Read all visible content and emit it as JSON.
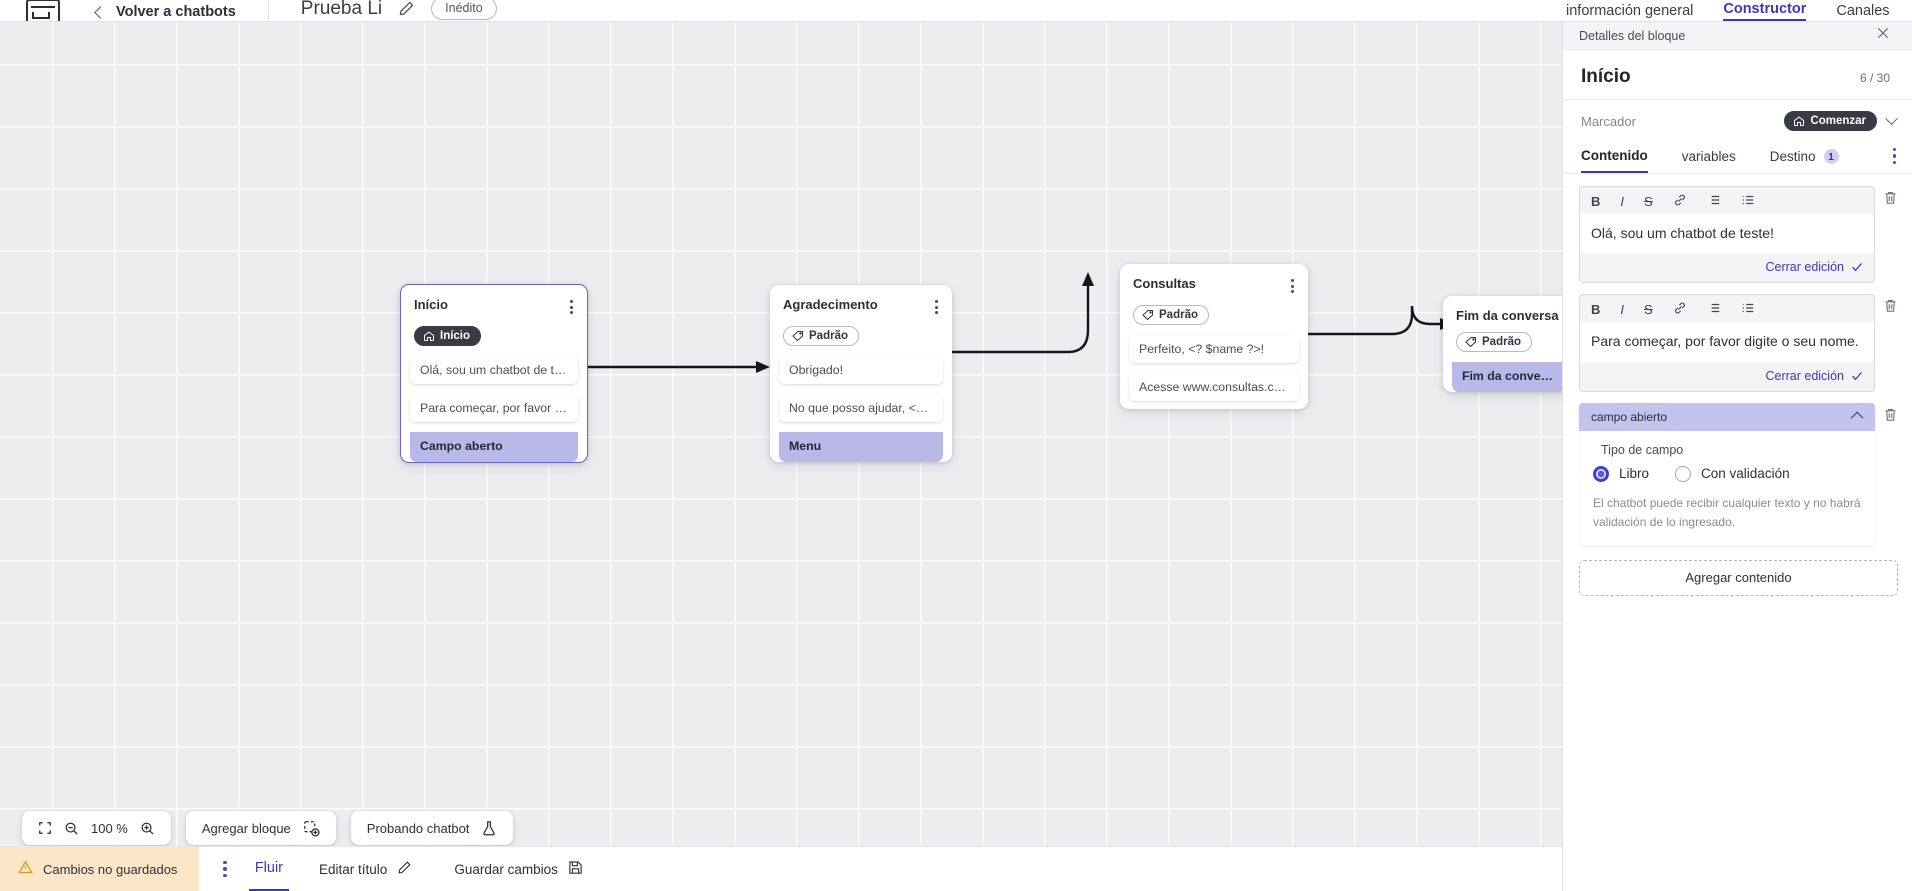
{
  "topbar": {
    "logo_name": "via-logo",
    "back_label": "Volver a chatbots",
    "doc_title": "Prueba Li",
    "status_badge": "Inédito"
  },
  "right_tabs": [
    {
      "label": "información general",
      "active": false
    },
    {
      "label": "Constructor",
      "active": true
    },
    {
      "label": "Canales",
      "active": false
    }
  ],
  "canvas": {
    "zoom_level": "100 %",
    "add_block_label": "Agregar bloque",
    "test_bot_label": "Probando chatbot",
    "nodes": [
      {
        "title": "Início",
        "tag": "Início",
        "tag_style": "dark",
        "messages": [
          {
            "text": "Olá, sou um chatbot de teste!",
            "highlight": false
          },
          {
            "text": "Para começar, por favor digite o ...",
            "highlight": false
          },
          {
            "text": "Campo aberto",
            "highlight": true
          }
        ]
      },
      {
        "title": "Agradecimento",
        "tag": "Padrão",
        "tag_style": "light",
        "messages": [
          {
            "text": "Obrigado!",
            "highlight": false
          },
          {
            "text": "No que posso ajudar, <? $name ...",
            "highlight": false
          },
          {
            "text": "Menu",
            "highlight": true
          }
        ]
      },
      {
        "title": "Consultas",
        "tag": "Padrão",
        "tag_style": "light",
        "messages": [
          {
            "text": "Perfeito, <? $name ?>!",
            "highlight": false
          },
          {
            "text": "Acesse www.consultas.com par...",
            "highlight": false
          }
        ]
      },
      {
        "title": "Fim da conversa",
        "tag": "Padrão",
        "tag_style": "light",
        "messages": [
          {
            "text": "Fim da conversa",
            "highlight": true
          }
        ]
      }
    ]
  },
  "footer": {
    "unsaved_label": "Cambios no guardados",
    "flow_tab": "Fluir",
    "edit_title_label": "Editar título",
    "save_label": "Guardar cambios"
  },
  "panel": {
    "header_title": "Detalles del bloque",
    "block_title": "Início",
    "block_count": "6 / 30",
    "marcador_label": "Marcador",
    "marcador_value": "Comenzar",
    "tabs": [
      {
        "label": "Contenido",
        "badge": "",
        "active": true
      },
      {
        "label": "variables",
        "badge": "",
        "active": false
      },
      {
        "label": "Destino",
        "badge": "1",
        "active": false
      }
    ],
    "editor_toolbar": [
      "B",
      "I",
      "S",
      "link",
      "bullet-list",
      "numbered-list"
    ],
    "editors": [
      {
        "text": "Olá, sou um chatbot de teste!",
        "close_label": "Cerrar edición"
      },
      {
        "text": "Para começar, por favor digite o seu nome.",
        "close_label": "Cerrar edición"
      }
    ],
    "field_block": {
      "header": "campo abierto",
      "type_label": "Tipo de campo",
      "options": [
        {
          "label": "Libro",
          "selected": true
        },
        {
          "label": "Con validación",
          "selected": false
        }
      ],
      "hint": "El chatbot puede recibir cualquier texto y no habrá validación de lo ingresado."
    },
    "add_content_label": "Agregar contenido"
  },
  "colors": {
    "accent": "#3b37c4",
    "highlight": "#b8b9e8",
    "block_header": "#c3c4ee",
    "warning_bg": "#fbe6c8",
    "canvas_bg": "#ededf0",
    "dark_pill": "#3a3a45"
  }
}
